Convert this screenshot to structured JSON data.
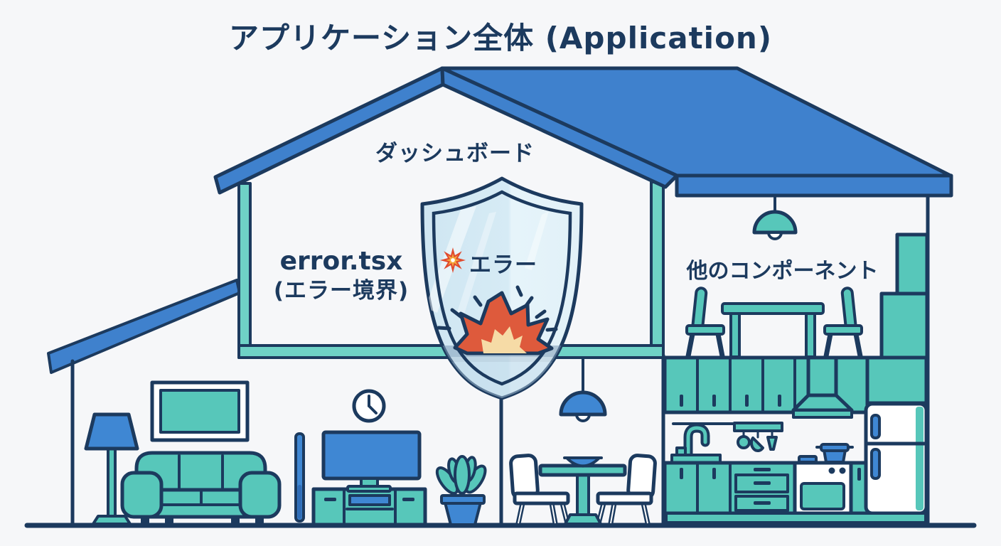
{
  "title": "アプリケーション全体 (Application)",
  "rooms": {
    "dashboard": {
      "label": "ダッシュボード"
    },
    "error_boundary": {
      "file": "error.tsx",
      "label": "(エラー境界)"
    },
    "shield": {
      "label": "エラー",
      "icon": "collision-burst-icon"
    },
    "other": {
      "label": "他のコンポーネント"
    }
  },
  "icons": {
    "shield": "glass-shield",
    "explosion": "explosion-burst",
    "error_burst": "collision-burst"
  },
  "colors": {
    "bg": "#f6f7f9",
    "navy": "#1c3a5e",
    "roof": "#3f81cd",
    "teal": "#57c7ba",
    "teal2": "#6fd2c6",
    "blue": "#3f87d3",
    "glass1": "#d2e8f3",
    "glass2": "#e4f2f9",
    "red": "#de5a3c",
    "cream": "#f6dba6"
  }
}
